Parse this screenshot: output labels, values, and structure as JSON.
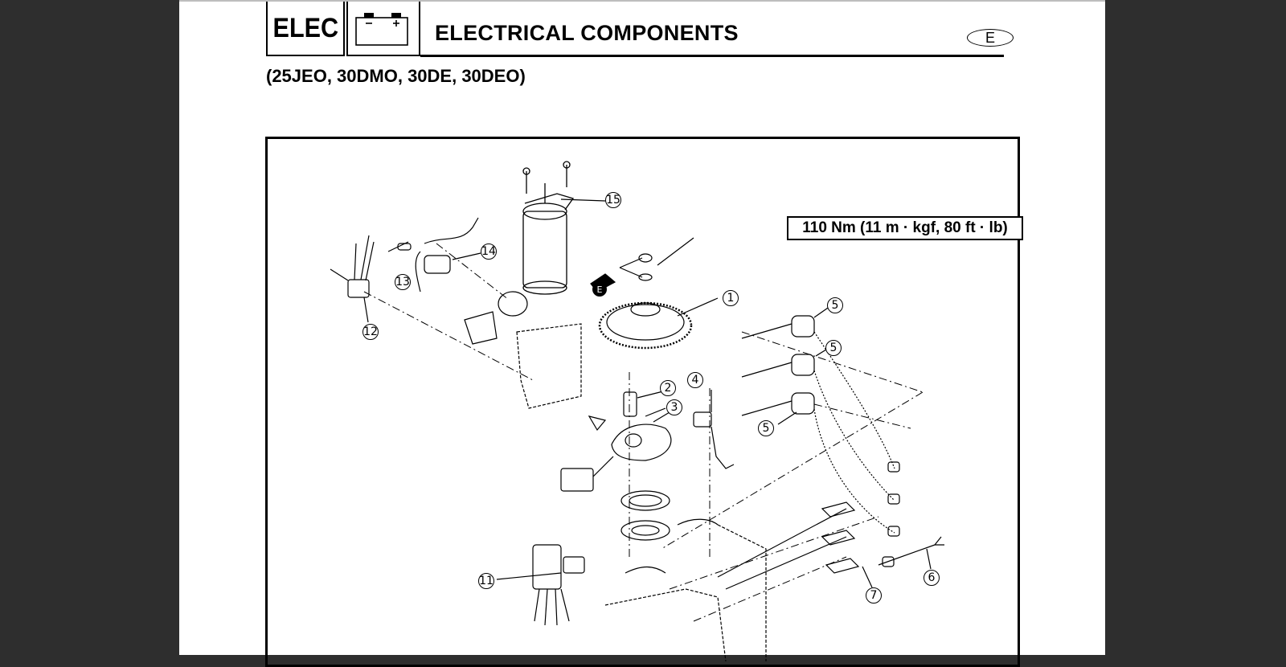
{
  "header": {
    "section_code": "ELEC",
    "title": "ELECTRICAL COMPONENTS",
    "language_badge": "E",
    "icon": "battery-icon"
  },
  "models": "(25JEO, 30DMO, 30DE, 30DEO)",
  "diagram": {
    "torque_spec": "110 Nm (11 m · kgf, 80 ft · lb)",
    "grease_mark": "E",
    "callouts": {
      "c1": "1",
      "c2": "2",
      "c3": "3",
      "c4": "4",
      "c5a": "5",
      "c5b": "5",
      "c5c": "5",
      "c6": "6",
      "c7": "7",
      "c11": "11",
      "c12": "12",
      "c13": "13",
      "c14": "14",
      "c15": "15"
    }
  }
}
